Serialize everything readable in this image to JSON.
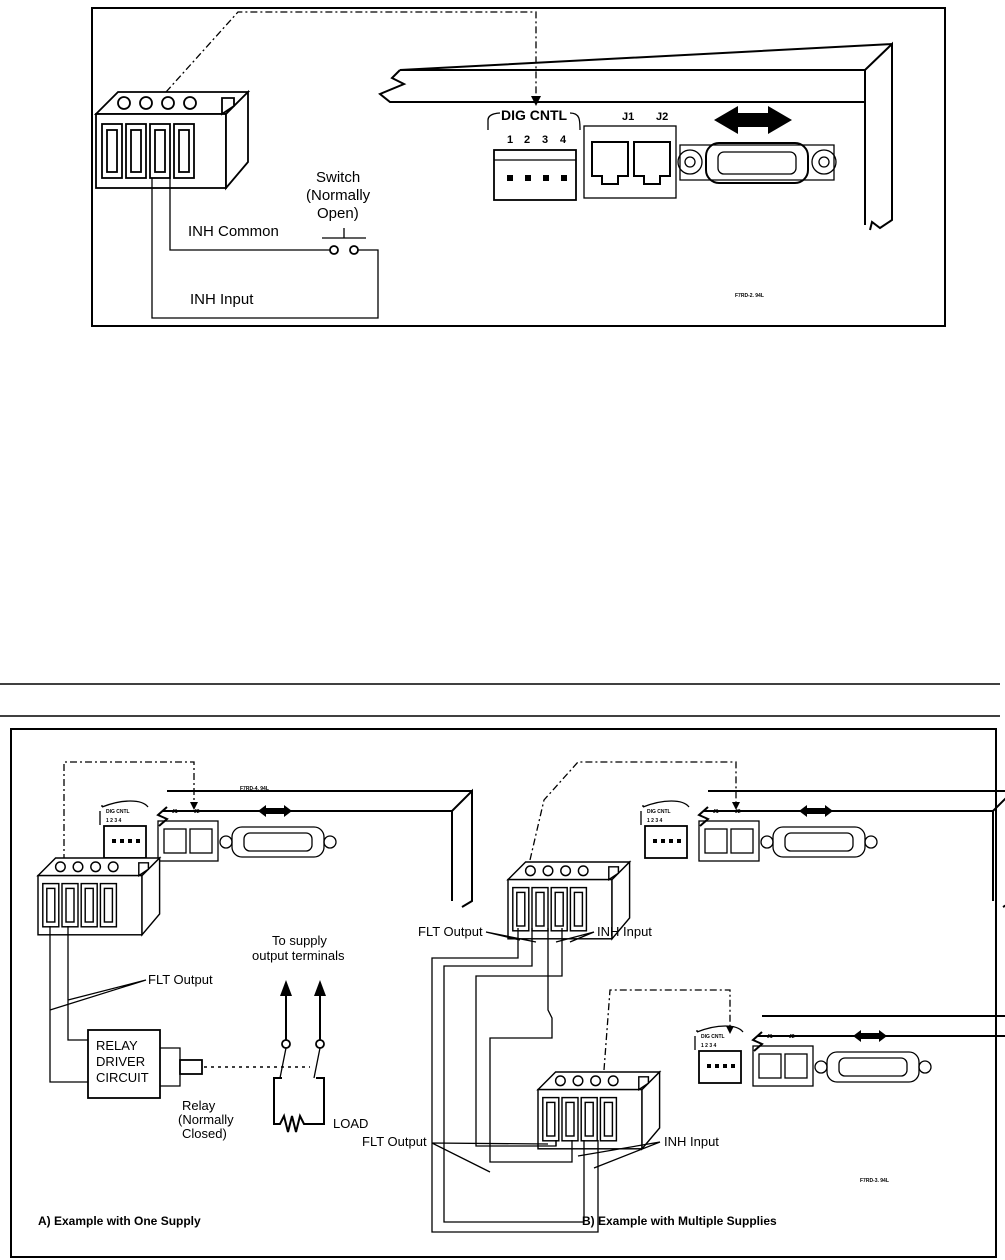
{
  "figure1": {
    "connector_header": "DIG CNTL",
    "pins": [
      "1",
      "2",
      "3",
      "4"
    ],
    "jack_j1": "J1",
    "jack_j2": "J2",
    "switch_label_1": "Switch",
    "switch_label_2": "(Normally",
    "switch_label_3": "Open)",
    "inh_common": "INH Common",
    "inh_input": "INH Input",
    "figure_code": "F7RD-2. 94L"
  },
  "figure2": {
    "to_supply_1": "To supply",
    "to_supply_2": "output terminals",
    "flt_output": "FLT Output",
    "relay_driver_1": "RELAY",
    "relay_driver_2": "DRIVER",
    "relay_driver_3": "CIRCUIT",
    "relay_1": "Relay",
    "relay_2": "(Normally",
    "relay_3": "Closed)",
    "load": "LOAD",
    "flt_output_b_top": "FLT Output",
    "inh_input_b_top": "INH Input",
    "flt_output_b_bottom": "FLT Output",
    "inh_input_b_bottom": "INH Input",
    "panel_header": "DIG CNTL",
    "panel_j1": "J1",
    "panel_j2": "J2",
    "panel_code": "F7RD-4. 94L",
    "figure_code": "F7RD-3. 94L",
    "caption_a": "A)   Example with One Supply",
    "caption_b": "B)   Example with Multiple Supplies"
  }
}
